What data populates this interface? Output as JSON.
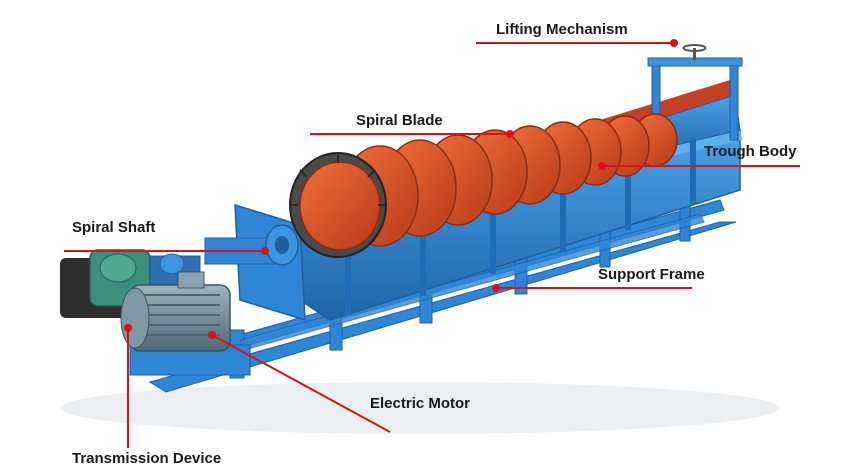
{
  "diagram": {
    "labels": {
      "lifting_mechanism": "Lifting Mechanism",
      "spiral_blade": "Spiral Blade",
      "trough_body": "Trough Body",
      "spiral_shaft": "Spiral Shaft",
      "support_frame": "Support Frame",
      "electric_motor": "Electric Motor",
      "transmission_device": "Transmission Device"
    },
    "colors": {
      "frame": "#2f86d6",
      "frame_dark": "#1f5f9e",
      "blade": "#e0552a",
      "blade_dark": "#8c2a14",
      "motor": "#6f8a96",
      "gearbox": "#3c8f7a",
      "leader": "#d4131a"
    }
  }
}
